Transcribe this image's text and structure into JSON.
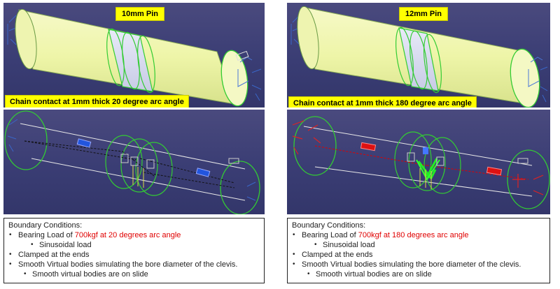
{
  "panels": [
    {
      "pin_label": "10mm Pin",
      "contact_label": "Chain contact at 1mm thick 20 degree arc angle",
      "bc": {
        "heading": "Boundary Conditions:",
        "load_prefix": "Bearing Load of ",
        "load_value": "700kgf at 20 degrees arc angle",
        "sub_load": "Sinusoidal load",
        "clamped": "Clamped at the ends",
        "virtual": "Smooth Virtual bodies simulating the bore diameter of the clevis.",
        "slide": "Smooth virtual bodies are on slide"
      }
    },
    {
      "pin_label": "12mm Pin",
      "contact_label": "Chain contact at 1mm thick 180 degree arc angle",
      "bc": {
        "heading": "Boundary Conditions:",
        "load_prefix": "Bearing Load of ",
        "load_value": "700kgf at 180 degrees arc angle",
        "sub_load": "Sinusoidal load",
        "clamped": "Clamped at the ends",
        "virtual": "Smooth Virtual bodies simulating the bore diameter of the clevis.",
        "slide": "Smooth virtual bodies are on slide"
      }
    }
  ],
  "colors": {
    "viewport_bg": "#3c3f74",
    "cylinder": "#f2f7b4",
    "highlight": "#ffff00",
    "green_edges": "#33cc33",
    "load_red": "#e00000"
  }
}
